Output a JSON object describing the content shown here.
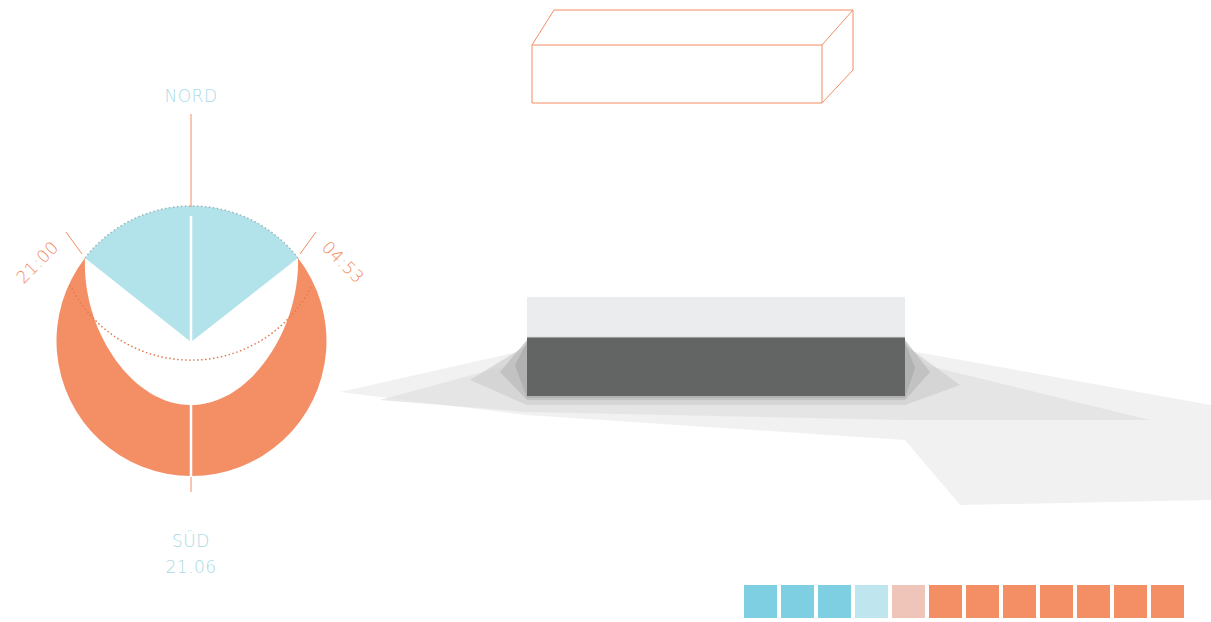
{
  "diagram": {
    "labels": [
      "NORD",
      "21:00",
      "04:53",
      "SÜD",
      "21.06"
    ]
  }
}
